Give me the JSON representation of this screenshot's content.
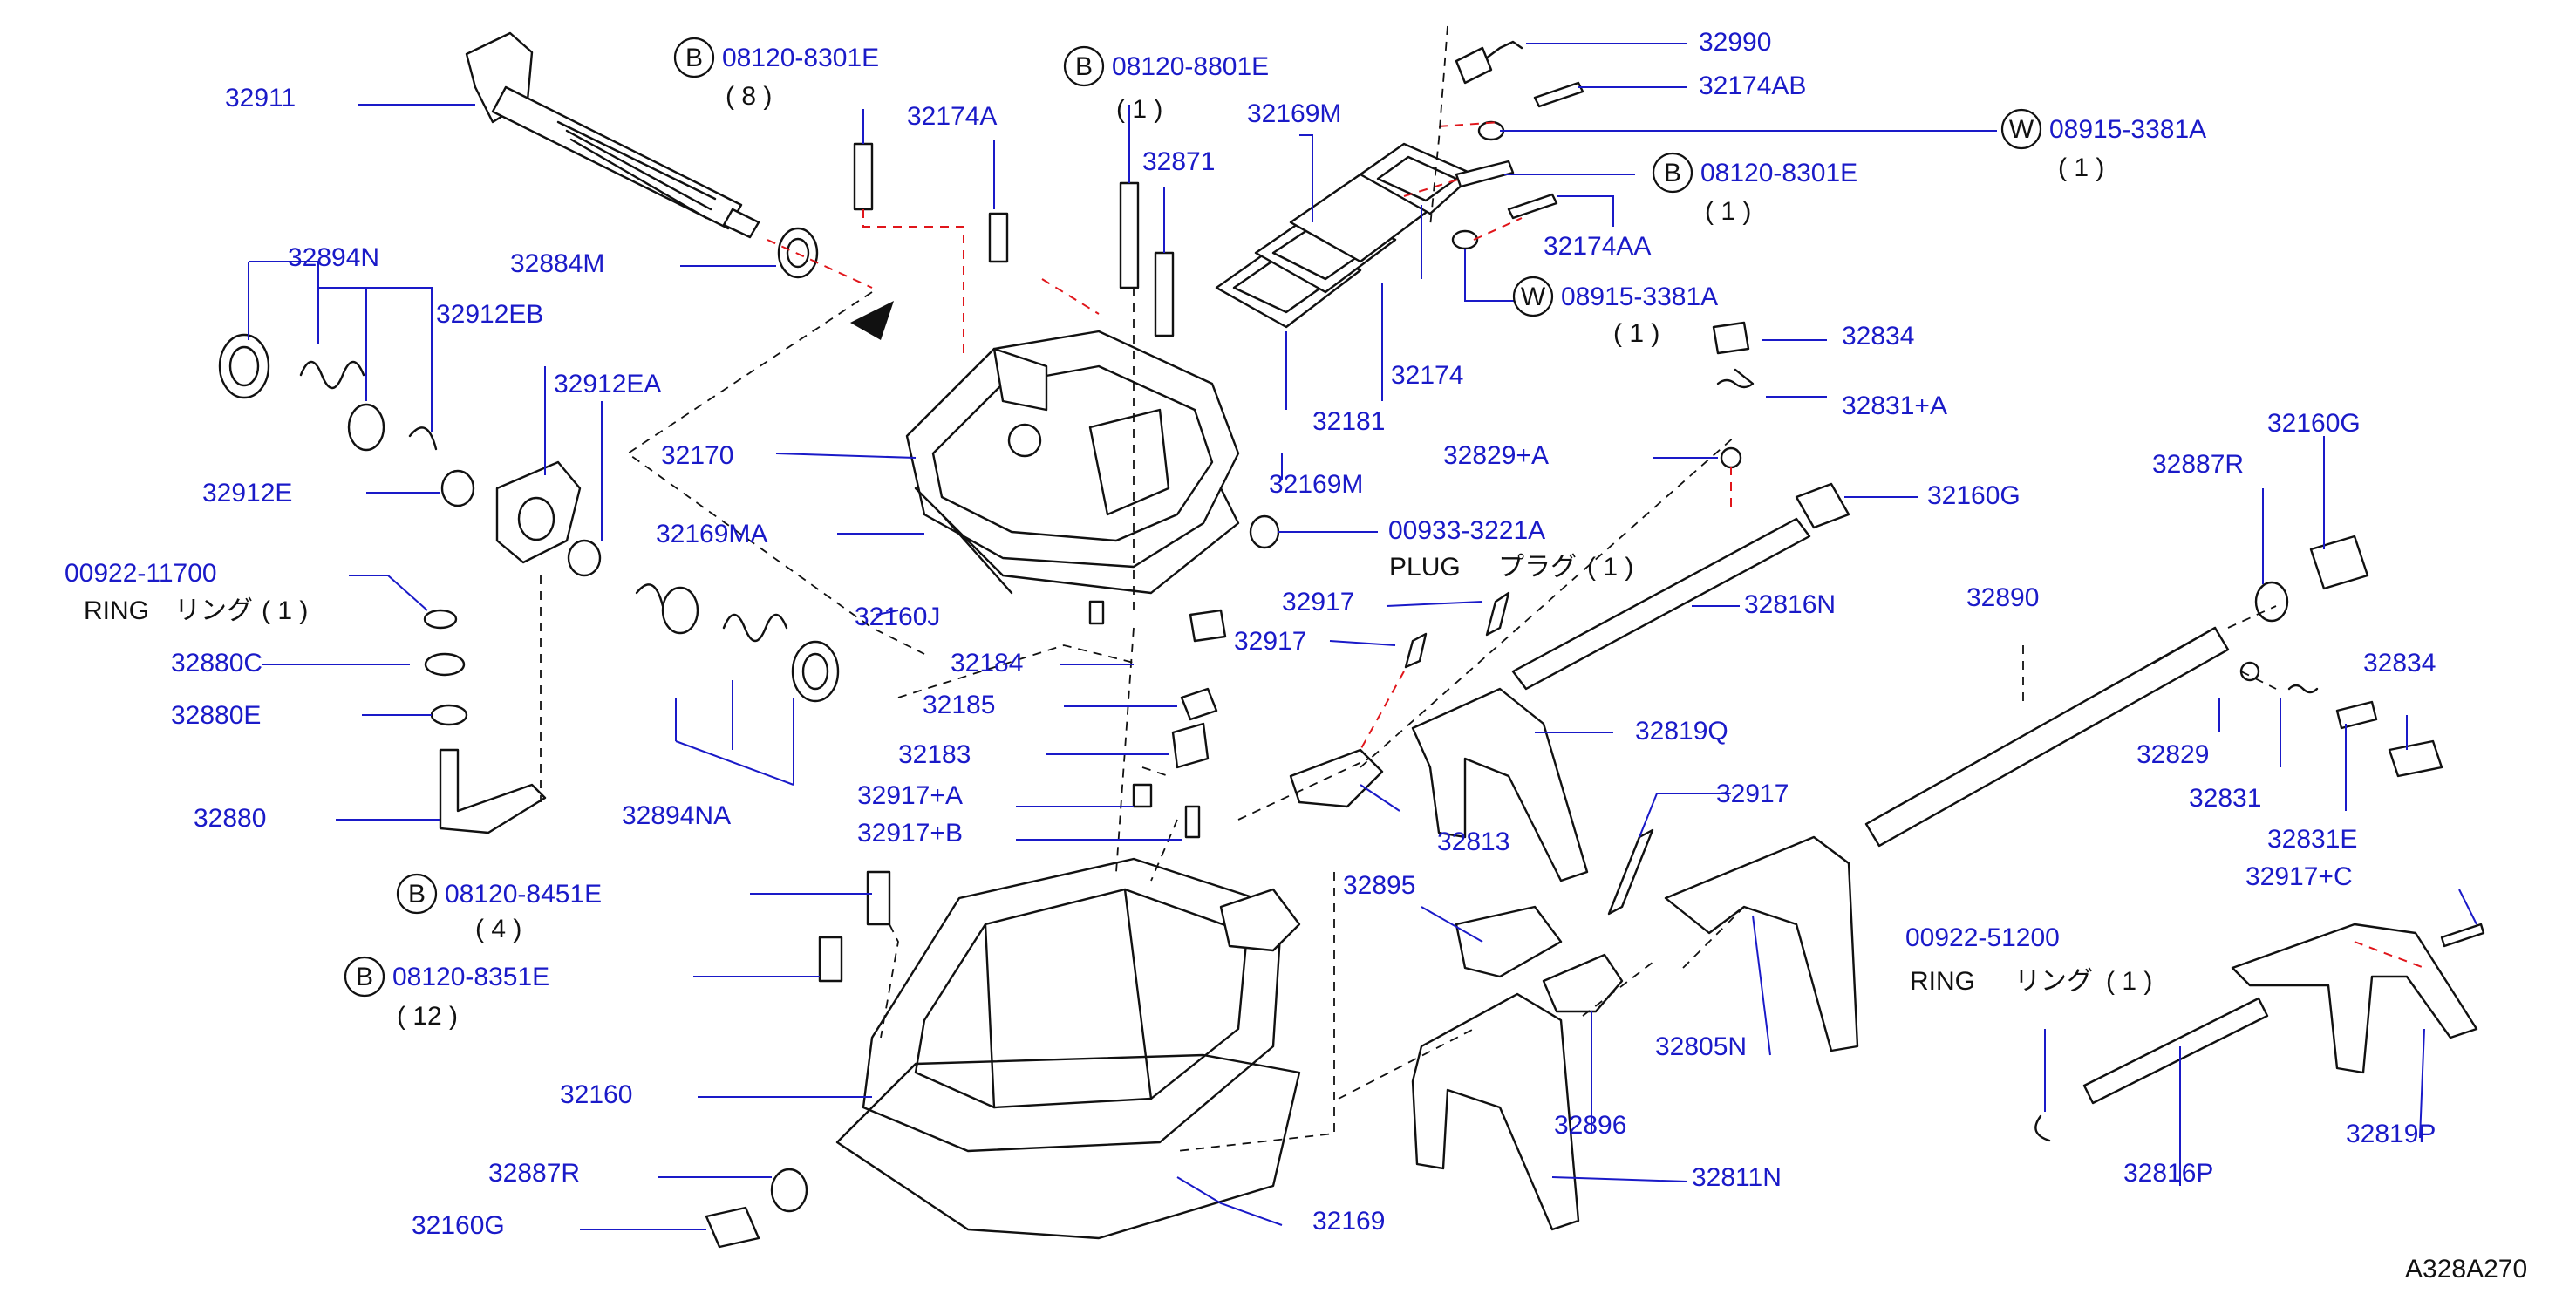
{
  "parts": [
    {
      "id": "p32911",
      "text": "32911"
    },
    {
      "id": "p08120-8301E-a",
      "text": "08120-8301E",
      "badge": "B",
      "qty": "( 8 )"
    },
    {
      "id": "p08120-8801E",
      "text": "08120-8801E",
      "badge": "B",
      "qty": "( 1 )"
    },
    {
      "id": "p32174A",
      "text": "32174A"
    },
    {
      "id": "p32871",
      "text": "32871"
    },
    {
      "id": "p32169M-top",
      "text": "32169M"
    },
    {
      "id": "p32990",
      "text": "32990"
    },
    {
      "id": "p32174AB",
      "text": "32174AB"
    },
    {
      "id": "p08915-3381A-a",
      "text": "08915-3381A",
      "badge": "W",
      "qty": "( 1 )"
    },
    {
      "id": "p08120-8301E-b",
      "text": "08120-8301E",
      "badge": "B",
      "qty": "( 1 )"
    },
    {
      "id": "p32174AA",
      "text": "32174AA"
    },
    {
      "id": "p08915-3381A-b",
      "text": "08915-3381A",
      "badge": "W",
      "qty": "( 1 )"
    },
    {
      "id": "p32894N",
      "text": "32894N"
    },
    {
      "id": "p32884M",
      "text": "32884M"
    },
    {
      "id": "p32912EB",
      "text": "32912EB"
    },
    {
      "id": "p32912EA",
      "text": "32912EA"
    },
    {
      "id": "p32170",
      "text": "32170"
    },
    {
      "id": "p32181",
      "text": "32181"
    },
    {
      "id": "p32174",
      "text": "32174"
    },
    {
      "id": "p32834",
      "text": "32834"
    },
    {
      "id": "p32831A",
      "text": "32831+A"
    },
    {
      "id": "p32829A",
      "text": "32829+A"
    },
    {
      "id": "p32169M-mid",
      "text": "32169M"
    },
    {
      "id": "p32160G-top",
      "text": "32160G"
    },
    {
      "id": "p32160G-right",
      "text": "32160G"
    },
    {
      "id": "p32887R-right",
      "text": "32887R"
    },
    {
      "id": "p32912E",
      "text": "32912E"
    },
    {
      "id": "p32169MA",
      "text": "32169MA"
    },
    {
      "id": "p00933-3221A",
      "text": "00933-3221A"
    },
    {
      "id": "p00922-11700",
      "text": "00922-11700"
    },
    {
      "id": "p32160J",
      "text": "32160J"
    },
    {
      "id": "p32917-a",
      "text": "32917"
    },
    {
      "id": "p32816N",
      "text": "32816N"
    },
    {
      "id": "p32890",
      "text": "32890"
    },
    {
      "id": "p32880C",
      "text": "32880C"
    },
    {
      "id": "p32184",
      "text": "32184"
    },
    {
      "id": "p32917-b",
      "text": "32917"
    },
    {
      "id": "p32880E",
      "text": "32880E"
    },
    {
      "id": "p32185",
      "text": "32185"
    },
    {
      "id": "p32819Q",
      "text": "32819Q"
    },
    {
      "id": "p32894NA",
      "text": "32894NA"
    },
    {
      "id": "p32183",
      "text": "32183"
    },
    {
      "id": "p32829",
      "text": "32829"
    },
    {
      "id": "p32831",
      "text": "32831"
    },
    {
      "id": "p32831E",
      "text": "32831E"
    },
    {
      "id": "p32834-r",
      "text": "32834"
    },
    {
      "id": "p32880",
      "text": "32880"
    },
    {
      "id": "p32917A",
      "text": "32917+A"
    },
    {
      "id": "p32917B",
      "text": "32917+B"
    },
    {
      "id": "p32813",
      "text": "32813"
    },
    {
      "id": "p32917-c",
      "text": "32917"
    },
    {
      "id": "p32917C",
      "text": "32917+C"
    },
    {
      "id": "p08120-8451E",
      "text": "08120-8451E",
      "badge": "B",
      "qty": "( 4 )"
    },
    {
      "id": "p32895",
      "text": "32895"
    },
    {
      "id": "p32805N",
      "text": "32805N"
    },
    {
      "id": "p08120-8351E",
      "text": "08120-8351E",
      "badge": "B",
      "qty": "( 12 )"
    },
    {
      "id": "p00922-51200",
      "text": "00922-51200"
    },
    {
      "id": "p32160",
      "text": "32160"
    },
    {
      "id": "p32896",
      "text": "32896"
    },
    {
      "id": "p32819P",
      "text": "32819P"
    },
    {
      "id": "p32887R-left",
      "text": "32887R"
    },
    {
      "id": "p32811N",
      "text": "32811N"
    },
    {
      "id": "p32816P",
      "text": "32816P"
    },
    {
      "id": "p32160G-left",
      "text": "32160G"
    },
    {
      "id": "p32169",
      "text": "32169"
    }
  ],
  "notes": {
    "plug_en": "PLUG",
    "plug_jp": "プラグ",
    "plug_qty": "( 1 )",
    "ring1_en": "RING",
    "ring1_jp": "リング",
    "ring1_qty": "( 1 )",
    "ring2_en": "RING",
    "ring2_jp": "リング",
    "ring2_qty": "( 1 )"
  },
  "diagram_id": "A328A270",
  "colors": {
    "part_number": "#1a1ac8",
    "line": "#111111",
    "dashed_red": "#e0161b"
  }
}
